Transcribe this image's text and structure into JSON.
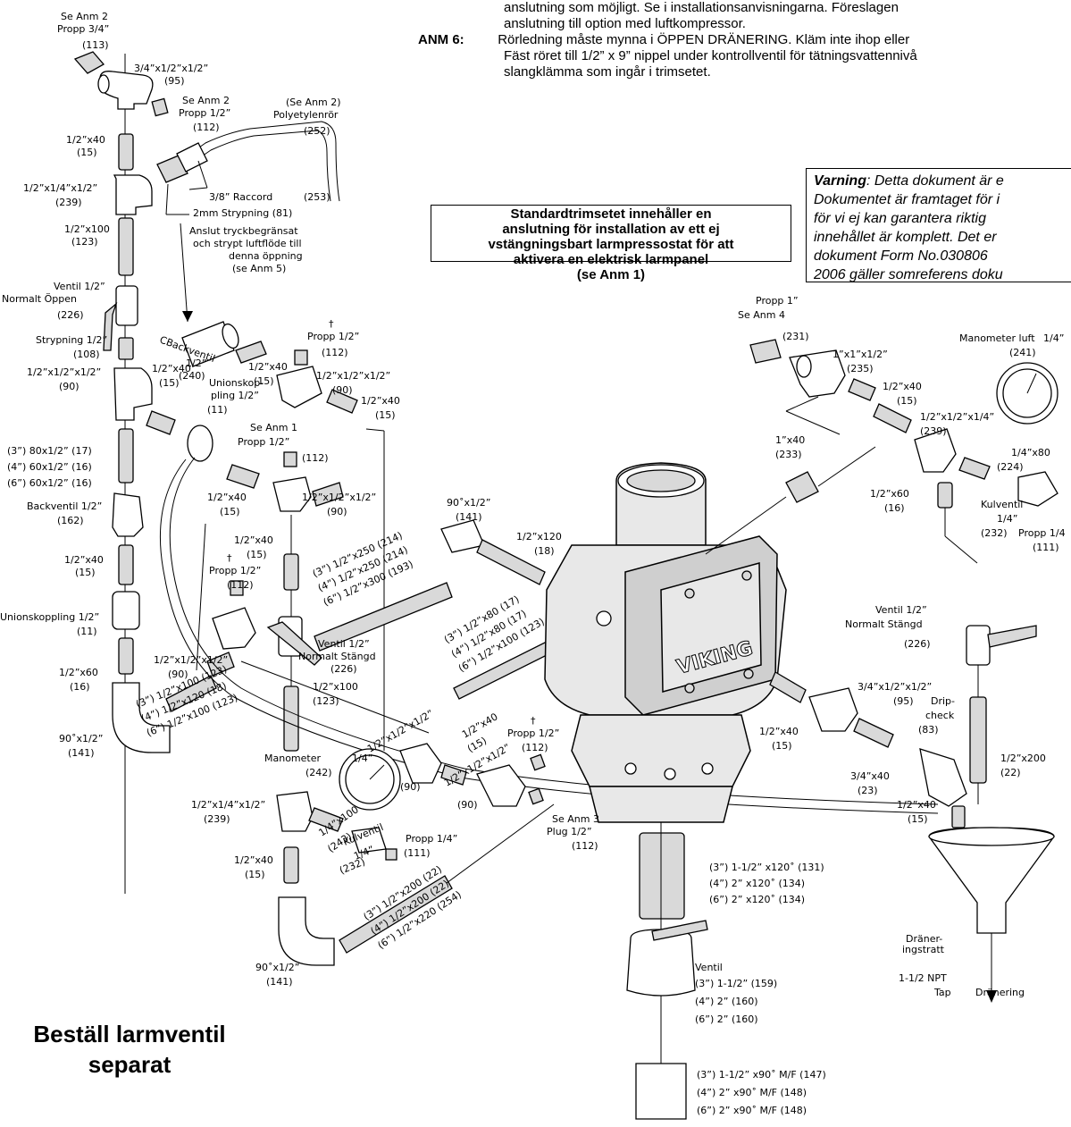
{
  "notes": {
    "line1": "anslutning som möjligt. Se i installationsanvisningarna. Föreslagen",
    "line2": "anslutning till option med luftkompressor.",
    "anm6_label": "ANM 6:",
    "anm6_line1": "Rörledning måste mynna i ÖPPEN DRÄNERING. Kläm inte ihop eller",
    "anm6_line2": "Fäst röret till 1/2” x 9” nippel under kontrollventil för tätningsvattennivå",
    "anm6_line3": "slangklämma som ingår i trimsetet."
  },
  "standard_box": {
    "line1": "Standardtrimsetet innehåller en",
    "line2": "anslutning för installation av ett ej",
    "line3": "vstängningsbart larmpressostat för att",
    "line4": "aktivera en elektrisk larmpanel",
    "line5": "(se Anm 1)"
  },
  "warning_box": {
    "title": "Varning",
    "line1": ": Detta dokument är e",
    "line2": "Dokumentet är framtaget för i",
    "line3": "för vi ej kan garantera riktig",
    "line4": "innehållet är komplett. Det er",
    "line5": "dokument Form No.030806",
    "line6": "2006 gäller somreferens doku"
  },
  "order_note": {
    "line1": "Beställ larmventil",
    "line2": "separat"
  },
  "valve_brand": "VIKING",
  "labels": {
    "l1": "Se Anm 2",
    "l2": "Propp 3/4”",
    "l3": "(113)",
    "l4": "3/4”x1/2”x1/2”",
    "l5": "(95)",
    "l6": "Se Anm 2",
    "l7": "Propp 1/2”",
    "l8": "(112)",
    "l9": "(Se Anm 2)",
    "l10": "Polyetylenrör",
    "l11": "(252)",
    "l12": "1/2”x40",
    "l13": "(15)",
    "l14": "1/2”x1/4”x1/2”",
    "l15": "(239)",
    "l16": "3/8” Raccord",
    "l17": "(253)",
    "l18": "2mm Strypning (81)",
    "l19": "Anslut  tryckbegränsat",
    "l20": "och strypt luftflöde till",
    "l21": "denna öppning",
    "l22": "(se Anm 5)",
    "l23": "1/2”x100",
    "l24": "(123)",
    "l25": "Ventil   1/2”",
    "l26": "Normalt Öppen",
    "l27": "(226)",
    "l28": "Strypning 1/2”",
    "l29": "(108)",
    "l30": "1/2”x1/2”x1/2”",
    "l31": "(90)",
    "l32": "1/2”x40",
    "l33": "(15)",
    "l34": "Unionskop-",
    "l35": "pling 1/2”",
    "l36": "(11)",
    "l37": "(3”)  80x1/2”  (17)",
    "l38": "(4”)  60x1/2”  (16)",
    "l39": "(6”)  60x1/2”  (16)",
    "l40": "Backventil 1/2”",
    "l41": "(162)",
    "l42": "1/2”x40",
    "l43": "(15)",
    "l44": "Unionskoppling 1/2”",
    "l45": "(11)",
    "l46": "1/2”x60",
    "l47": "(16)",
    "l48": "90˚x1/2”",
    "l49": "(141)",
    "l50": "CBackventil",
    "l51": "1/2”",
    "l52": "(240)",
    "l53": "1/2”x40",
    "l54": "(15)",
    "l55": "†",
    "l56": "Propp 1/2”",
    "l57": "(112)",
    "l58": "1/2”x1/2”x1/2”",
    "l59": "(90)",
    "l60": "1/2”x40",
    "l61": "(15)",
    "l62": "Se Anm 1",
    "l63": "Propp 1/2”",
    "l64": "(112)",
    "l65": "1/2”x1/2”x1/2”",
    "l66": "(90)",
    "l67": "1/2”x40",
    "l68": "(15)",
    "l69": "1/2”x40",
    "l70": "(15)",
    "l71": "†",
    "l72": "Propp 1/2”",
    "l73": "(112)",
    "l74": "1/2”x1/2”x1/2”",
    "l75": "(90)",
    "l76": "Ventil 1/2”",
    "l77": "Normalt Stängd",
    "l78": "(226)",
    "l79": "(3”) 1/2”x250 (214)",
    "l80": "(4”) 1/2”x250 (214)",
    "l81": "(6”) 1/2”x300 (193)",
    "l82": "90˚x1/2”",
    "l83": "(141)",
    "l84": "1/2”x120",
    "l85": "(18)",
    "l86": "(3”) 1/2”x100 (123)",
    "l87": "(4”) 1/2”x120 (18)",
    "l88": "(6”) 1/2”x100 (123)",
    "l89": "1/2”x100",
    "l90": "(123)",
    "l91": "Manometer",
    "l92": "(242)",
    "l93": "1/4”",
    "l94": "1/2”x1/4”x1/2”",
    "l95": "(239)",
    "l96": "1/4”x100",
    "l97": "(243)",
    "l98": "Kulventil",
    "l99": "1/4”",
    "l100": "(232)",
    "l101": "Propp 1/4”",
    "l102": "(111)",
    "l103": "1/2”x40",
    "l104": "(15)",
    "l105": "90˚x1/2”",
    "l106": "(141)",
    "l107": "(3”) 1/2”x200 (22)",
    "l108": "(4”) 1/2”x200 (22)",
    "l109": "(6”) 1/2”x220 (254)",
    "l110": "(3”) 1/2”x80 (17)",
    "l111": "(4”) 1/2”x80 (17)",
    "l112": "(6”) 1/2”x100 (123)",
    "l113": "1/2”x1/2”x1/2”",
    "l114": "(90)",
    "l115": "1/2”x40",
    "l116": "(15)",
    "l117": "†",
    "l118": "Propp 1/2”",
    "l119": "(112)",
    "l120": "1/2”x1/2”x1/2”",
    "l121": "(90)",
    "l122": "Se Anm 3",
    "l123": "Plug 1/2”",
    "l124": "(112)",
    "l125": "Propp 1”",
    "l126": "Se Anm 4",
    "l127": "(231)",
    "l128": "1”x1”x1/2”",
    "l129": "(235)",
    "l130": "Manometer luft",
    "l131": "1/4”",
    "l132": "(241)",
    "l133": "1/2”x40",
    "l134": "(15)",
    "l135": "1/2”x1/2”x1/4”",
    "l136": "(239)",
    "l137": "1”x40",
    "l138": "(233)",
    "l139": "1/4”x80",
    "l140": "(224)",
    "l141": "1/2”x60",
    "l142": "(16)",
    "l143": "Kulventil",
    "l144": "1/4”",
    "l145": "(232)",
    "l146": "Propp 1/4",
    "l147": "(111)",
    "l148": "Ventil   1/2”",
    "l149": "Normalt Stängd",
    "l150": "(226)",
    "l151": "3/4”x1/2”x1/2”",
    "l152": "(95)",
    "l153": "1/2”x40",
    "l154": "(15)",
    "l155": "Drip-",
    "l156": "check",
    "l157": "(83)",
    "l158": "3/4”x40",
    "l159": "(23)",
    "l160": "1/2”x200",
    "l161": "(22)",
    "l162": "1/2”x40",
    "l163": "(15)",
    "l164": "(3”)  1-1/2”  x120˚ (131)",
    "l165": "(4”)  2”  x120˚ (134)",
    "l166": "(6”)  2”  x120˚ (134)",
    "l167": "Dräner-",
    "l168": "ingstratt",
    "l169": "Ventil",
    "l170": "(3”)  1-1/2”  (159)",
    "l171": "(4”)  2”  (160)",
    "l172": "(6”)  2”  (160)",
    "l173": "1-1/2  NPT",
    "l174": "Tap",
    "l175": "Dränering",
    "l176": "(3”)  1-1/2”  x90˚ M/F (147)",
    "l177": "(4”)  2”  x90˚ M/F (148)",
    "l178": "(6”)  2”  x90˚ M/F (148)"
  }
}
